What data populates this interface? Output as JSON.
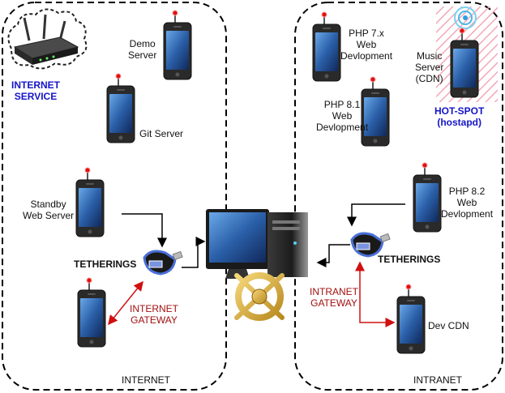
{
  "zones": {
    "internet": "INTERNET",
    "intranet": "INTRANET"
  },
  "labels": {
    "internet_service": [
      "INTERNET",
      "SERVICE"
    ],
    "demo_server": [
      "Demo",
      "Server"
    ],
    "git_server": "Git Server",
    "standby_server": [
      "Standby",
      "Web Server"
    ],
    "tetherings_left": "TETHERINGS",
    "internet_gateway": [
      "INTERNET",
      "GATEWAY"
    ],
    "php7": [
      "PHP 7.x",
      "Web",
      "Devlopment"
    ],
    "php81": [
      "PHP 8.1",
      "Web",
      "Devlopment"
    ],
    "music_server": [
      "Music",
      "Server",
      "(CDN)"
    ],
    "hotspot": [
      "HOT-SPOT",
      "(hostapd)"
    ],
    "php82": [
      "PHP 8.2",
      "Web",
      "Devlopment"
    ],
    "tetherings_right": "TETHERINGS",
    "intranet_gateway": [
      "INTRANET",
      "GATEWAY"
    ],
    "dev_cdn": "Dev CDN"
  },
  "colors": {
    "hotspot_label": "#1414c8",
    "gateway_label": "#a01010",
    "gateway_arrow": "#d01010",
    "phone_body": "#2a2a2a",
    "zone_border": "#000000"
  }
}
